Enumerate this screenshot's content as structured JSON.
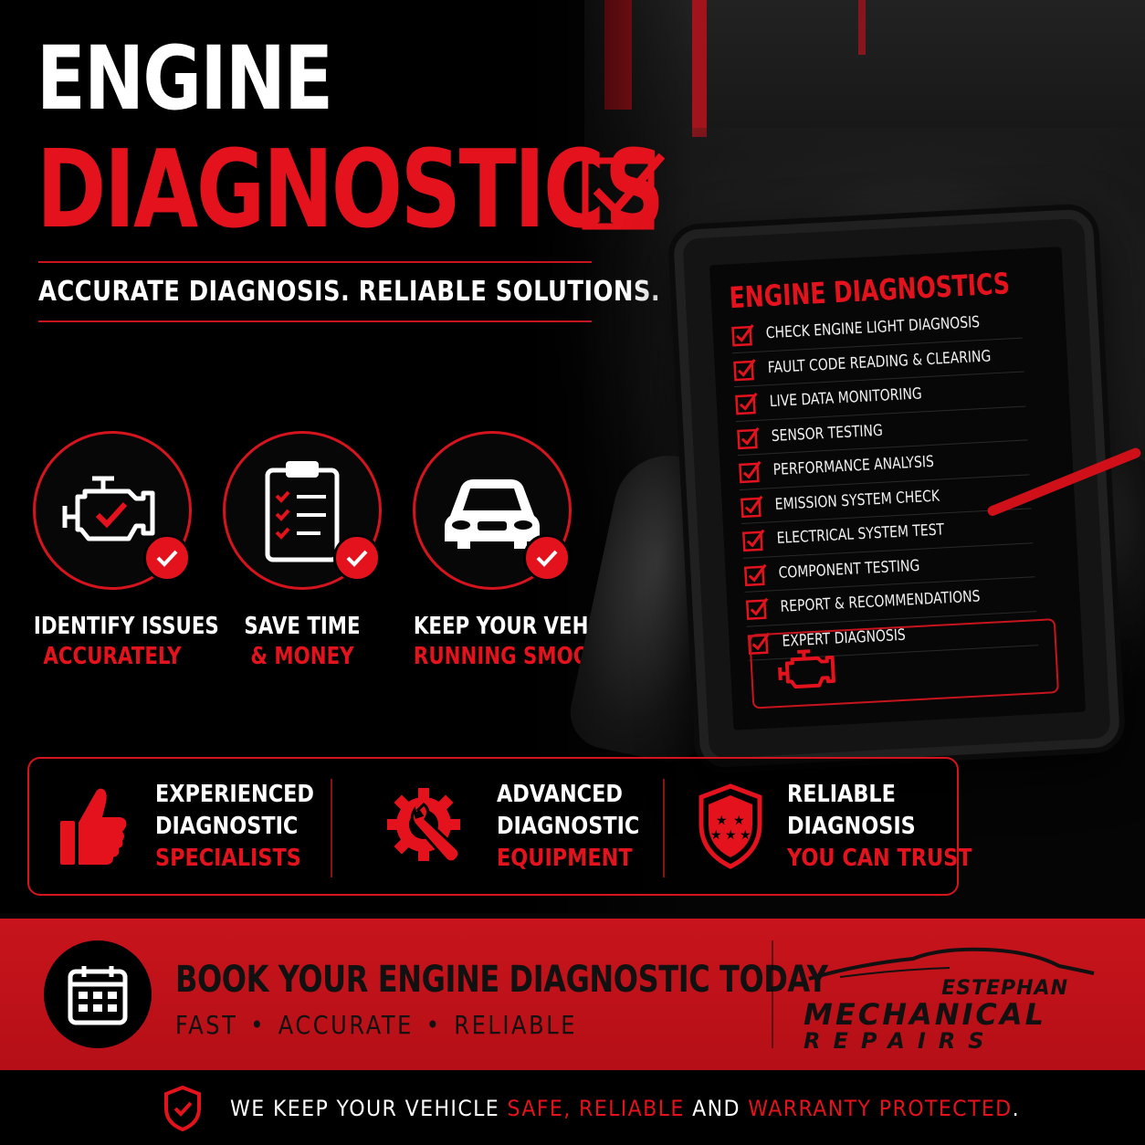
{
  "headline": {
    "line1": "ENGINE",
    "line2": "DIAGNOSTICS",
    "tagline": "ACCURATE DIAGNOSIS. RELIABLE SOLUTIONS."
  },
  "features": [
    {
      "icon": "check-engine-icon",
      "line1": "IDENTIFY ISSUES",
      "line2": "ACCURATELY"
    },
    {
      "icon": "clipboard-checklist-icon",
      "line1": "SAVE TIME",
      "line2": "& MONEY"
    },
    {
      "icon": "car-front-icon",
      "line1": "KEEP YOUR VEHICLE",
      "line2": "RUNNING SMOOTHLY"
    }
  ],
  "tablet": {
    "title": "ENGINE DIAGNOSTICS",
    "items": [
      "CHECK ENGINE LIGHT DIAGNOSIS",
      "FAULT CODE READING & CLEARING",
      "LIVE DATA MONITORING",
      "SENSOR TESTING",
      "PERFORMANCE ANALYSIS",
      "EMISSION SYSTEM CHECK",
      "ELECTRICAL SYSTEM TEST",
      "COMPONENT TESTING",
      "REPORT & RECOMMENDATIONS",
      "EXPERT DIAGNOSIS"
    ]
  },
  "strip": [
    {
      "icon": "thumbs-up-icon",
      "line1": "EXPERIENCED",
      "line2": "DIAGNOSTIC",
      "line3": "SPECIALISTS"
    },
    {
      "icon": "gear-wrench-icon",
      "line1": "ADVANCED",
      "line2": "DIAGNOSTIC",
      "line3": "EQUIPMENT"
    },
    {
      "icon": "shield-stars-icon",
      "line1": "RELIABLE",
      "line2": "DIAGNOSIS",
      "line3": "YOU CAN TRUST"
    }
  ],
  "cta": {
    "title": "BOOK YOUR ENGINE DIAGNOSTIC TODAY",
    "sub": [
      "FAST",
      "ACCURATE",
      "RELIABLE"
    ],
    "sep": "•"
  },
  "logo": {
    "top": "ESTEPHAN",
    "mid": "MECHANICAL",
    "bot": "REPAIRS"
  },
  "footer": {
    "p1": "WE KEEP YOUR VEHICLE ",
    "p2": "SAFE, RELIABLE",
    "p3": " AND ",
    "p4": "WARRANTY PROTECTED",
    "p5": "."
  },
  "colors": {
    "accent": "#e3121c",
    "background": "#000000",
    "text": "#ffffff"
  }
}
